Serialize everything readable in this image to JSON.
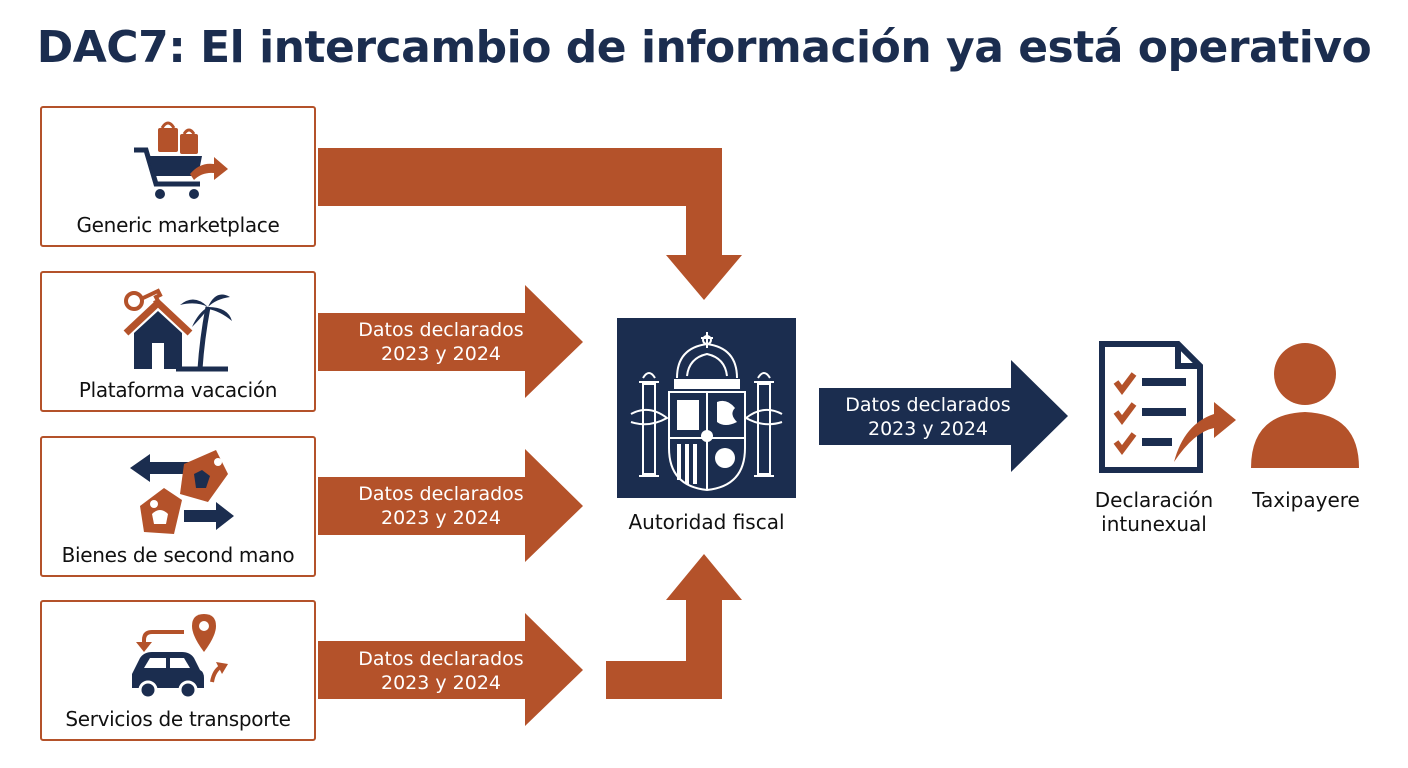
{
  "title": "DAC7: El intercambio de información ya está operativo",
  "colors": {
    "accent": "#b4522a",
    "navy": "#1b2d4f",
    "text": "#111111"
  },
  "sources": [
    {
      "label": "Generic marketplace",
      "icon": "shopping-cart-icon"
    },
    {
      "label": "Plataforma vacación",
      "icon": "vacation-home-icon"
    },
    {
      "label": "Bienes de second mano",
      "icon": "second-hand-tags-icon"
    },
    {
      "label": "Servicios de transporte",
      "icon": "car-transport-icon"
    }
  ],
  "flow_labels": {
    "source_line1": "Datos declarados",
    "source_line2": "2023 y 2024",
    "authority_line1": "Datos declarados",
    "authority_line2": "2023 y 2024"
  },
  "authority": {
    "label": "Autoridad fiscal",
    "icon": "spanish-coat-of-arms-icon"
  },
  "declaration": {
    "line1": "Declaración",
    "line2": "intunexual",
    "icon": "checklist-document-icon"
  },
  "taxpayer": {
    "label": "Taxipayere",
    "icon": "person-icon"
  }
}
